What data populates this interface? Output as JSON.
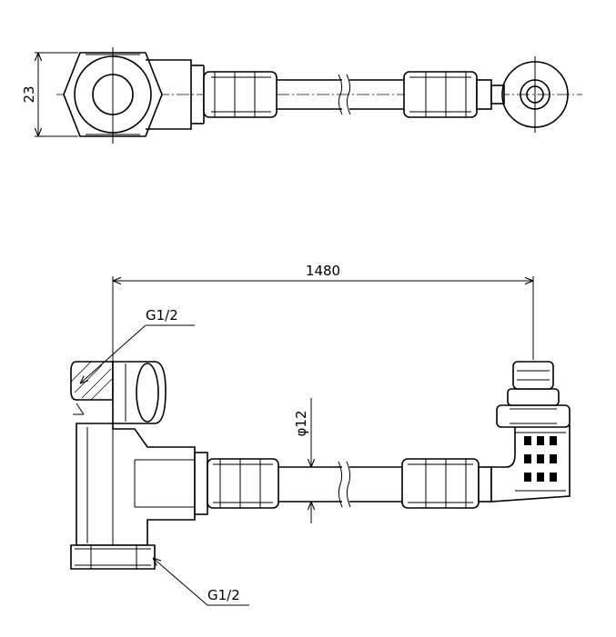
{
  "dimensions": {
    "height_label": "23",
    "length_label": "1480",
    "diameter_label": "φ12",
    "thread_top_label": "G1/2",
    "thread_bottom_label": "G1/2"
  }
}
